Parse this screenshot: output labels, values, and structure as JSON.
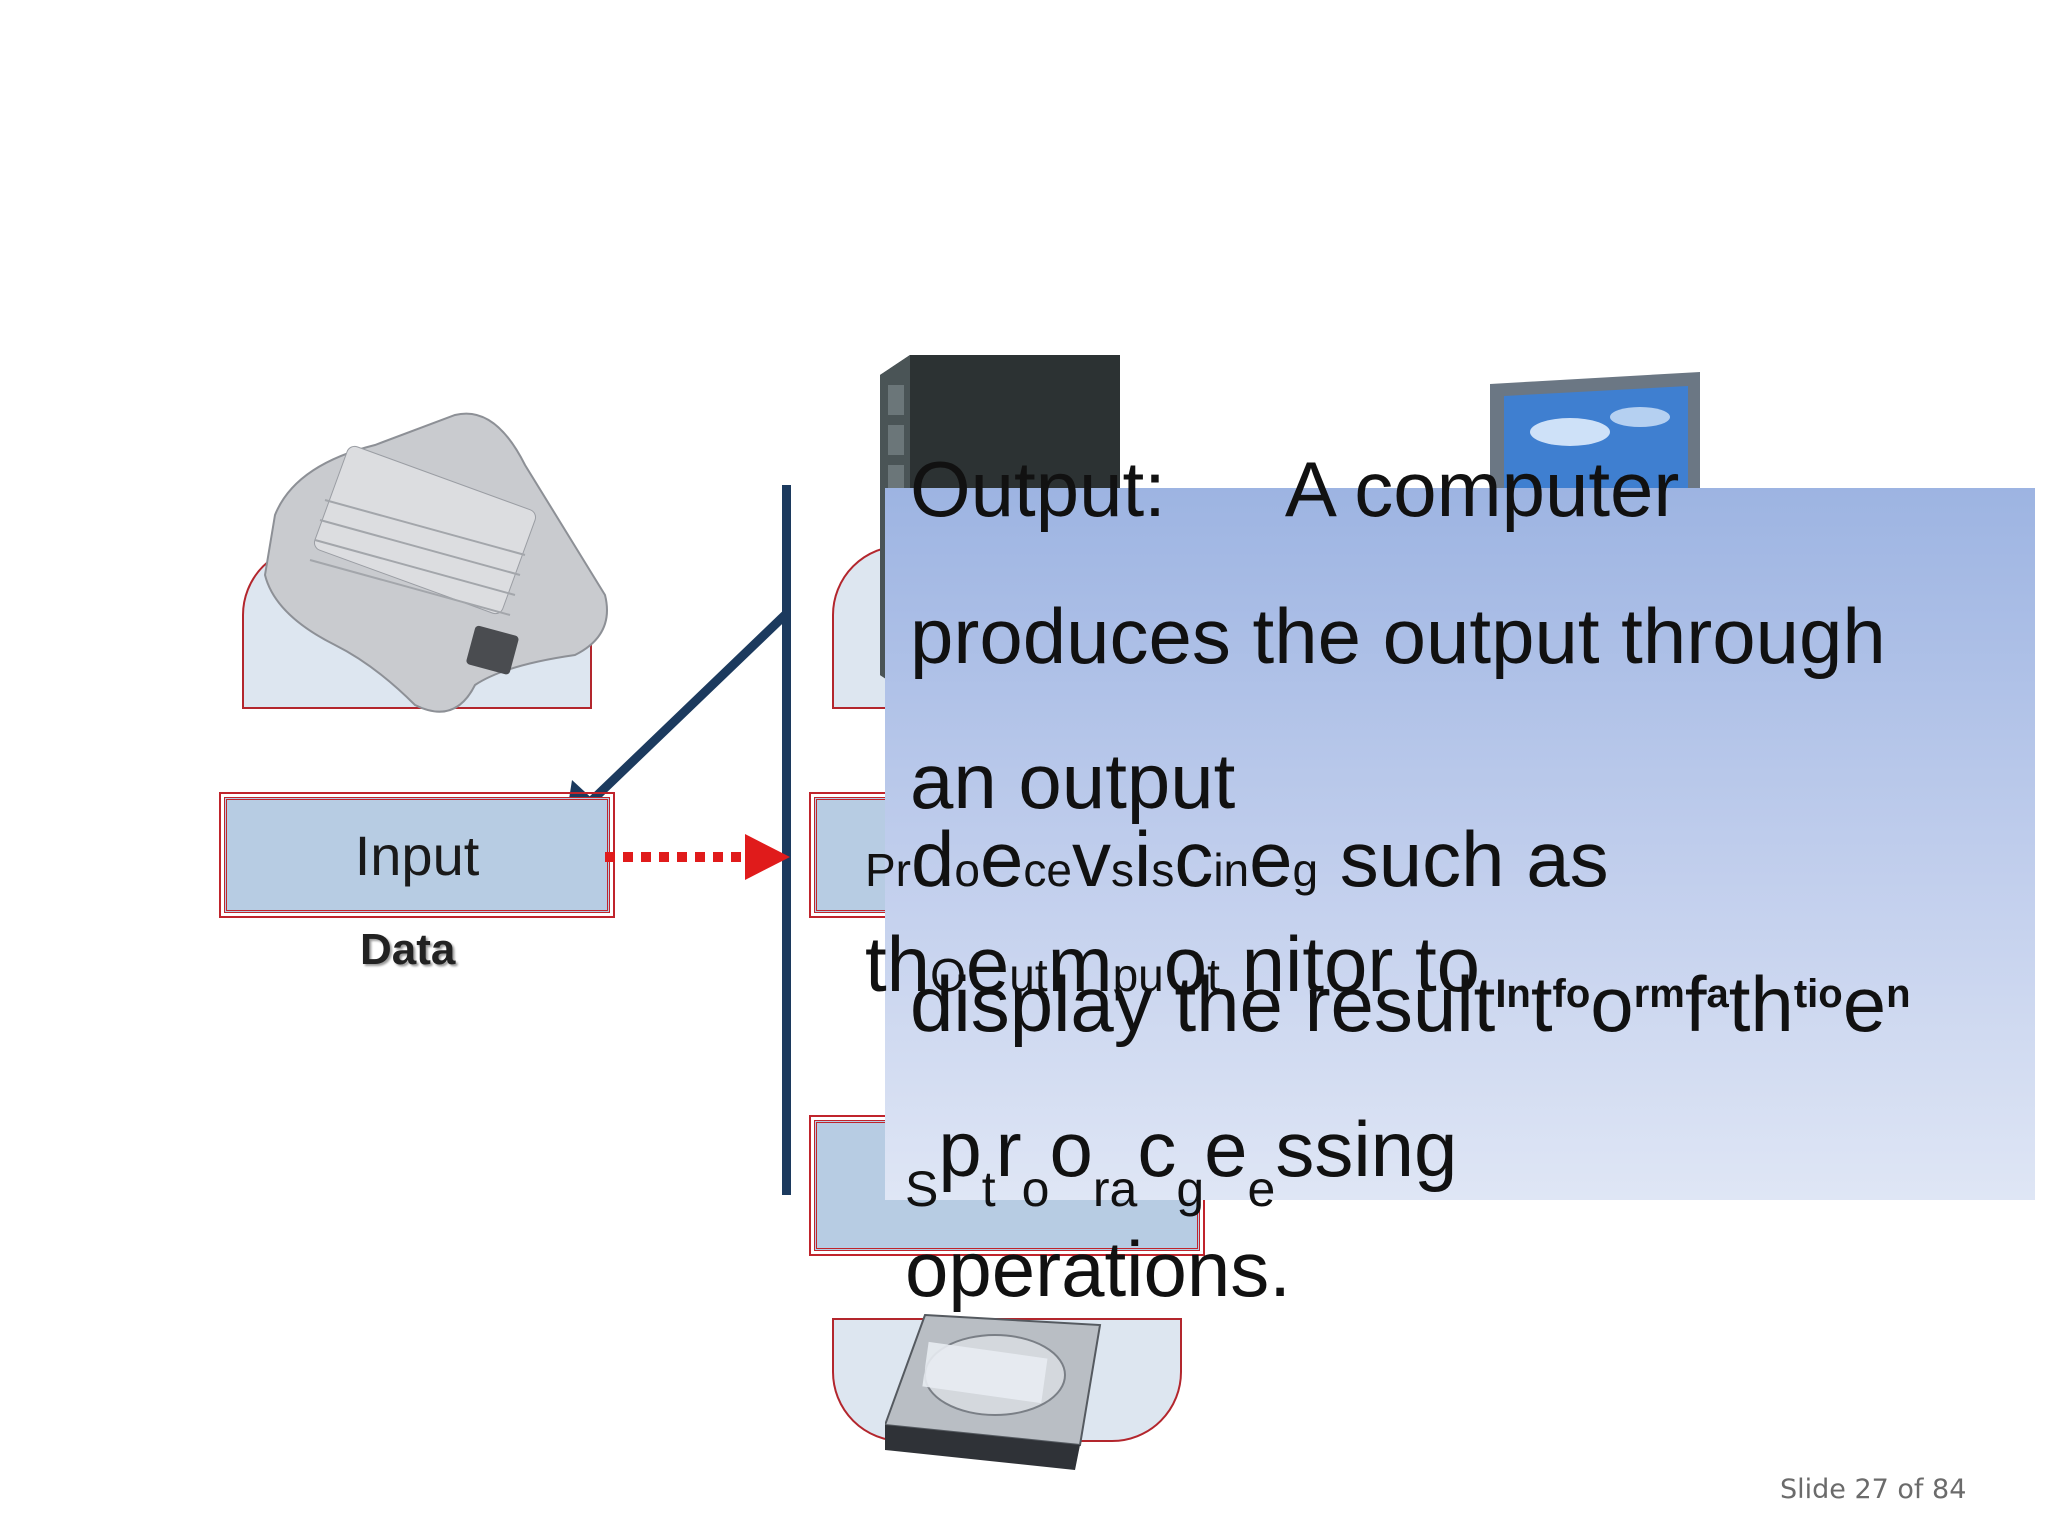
{
  "slide": {
    "counter": "Slide 27 of 84"
  },
  "diagram": {
    "input_label": "Input",
    "input_caption": "Data",
    "processing_label_part": "Pr"
  },
  "overlay": {
    "line1_a": "Output:",
    "line1_b": "A computer",
    "line2": "produces the output through",
    "line3": "an output",
    "line4_end": "such as",
    "line5_start": "th",
    "line5_mid": "nitor to",
    "line6": "display the resu",
    "line7_end": "ssing",
    "line8": "operations."
  },
  "icons": {
    "keyboard": "keyboard-icon",
    "tower": "computer-tower-icon",
    "monitor": "monitor-icon",
    "hard_drive": "hard-drive-icon"
  },
  "colors": {
    "accent_red": "#c0242c",
    "arrow_navy": "#1c3a5e",
    "box_blue": "#b7cce3"
  }
}
